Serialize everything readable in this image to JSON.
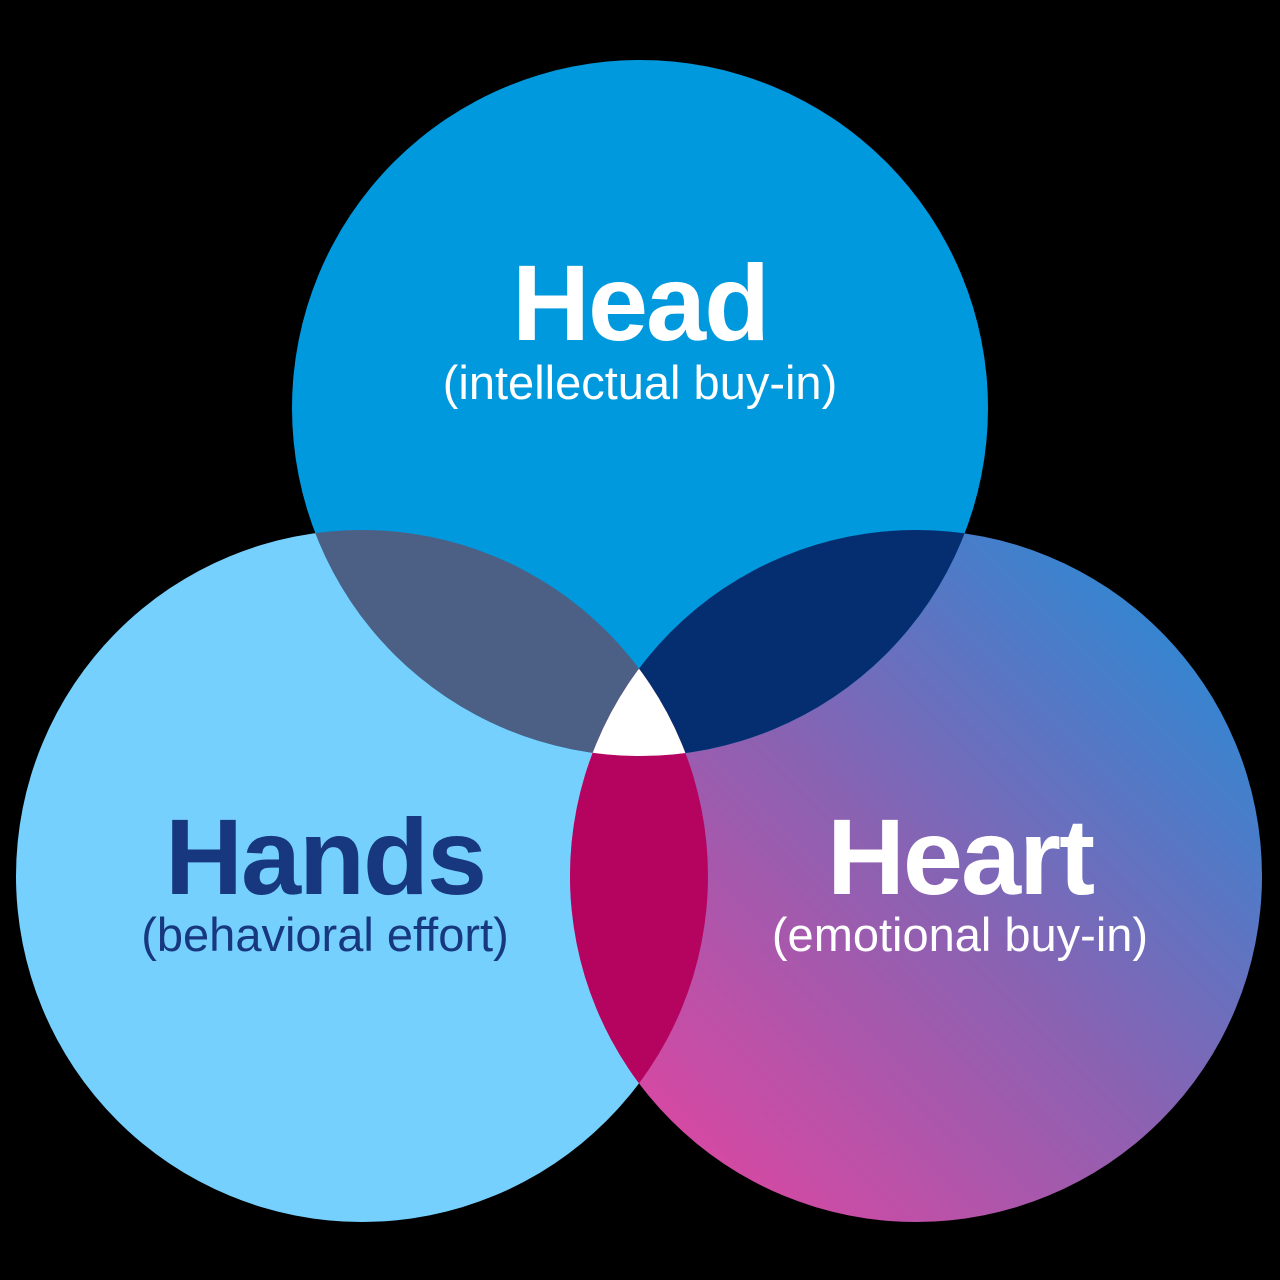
{
  "page": {
    "background_color": "#000000"
  },
  "venn": {
    "head": {
      "label": "Head",
      "sublabel": "(intellectual buy-in)",
      "color": "#0099DE",
      "text_color": "#FFFFFF"
    },
    "hands": {
      "label": "Hands",
      "sublabel": "(behavioral effort)",
      "color": "#76D0FD",
      "text_color": "#17377E"
    },
    "heart": {
      "label": "Heart",
      "sublabel": "(emotional buy-in)",
      "gradient_start_color": "#F23F9D",
      "gradient_mid_color": "#8A62B2",
      "gradient_end_color": "#1593DC",
      "text_color": "#FFFFFF"
    },
    "overlaps": {
      "head_hands_color": "#4C6086",
      "head_heart_color": "#052E70",
      "hands_heart_color": "#B40460",
      "center_color": "#FFFFFF"
    }
  }
}
